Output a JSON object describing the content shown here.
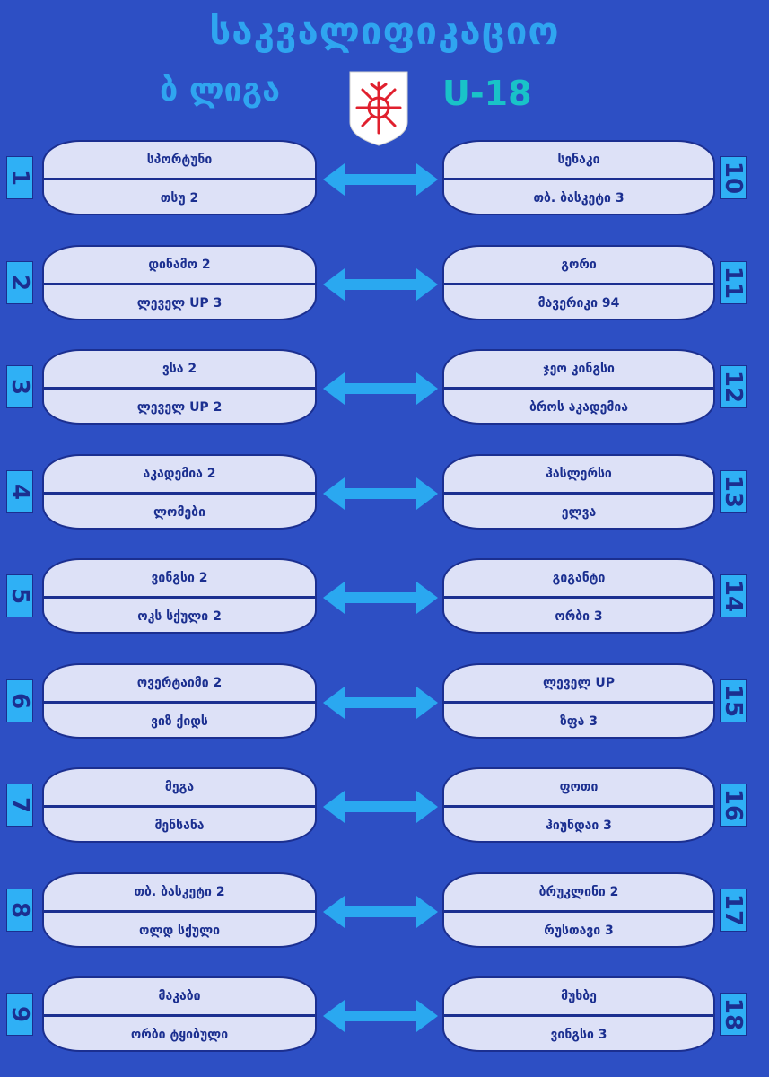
{
  "header": {
    "title": "საკვალიფიკაციო",
    "subtitle": "ბ ლიგა",
    "age_group": "U-18",
    "logo_icon": "basketball-federation-logo"
  },
  "colors": {
    "background": "#2d4fc4",
    "title": "#2fa5f0",
    "age_group": "#19c3c8",
    "card": "#dde1f7",
    "card_text": "#1b2f90",
    "number_box": "#2fb0f5",
    "arrow": "#2aa8f0"
  },
  "matchups": [
    {
      "left": {
        "number": "1",
        "team1": "სპორტუნი",
        "team2": "თსუ 2"
      },
      "right": {
        "number": "10",
        "team1": "სენაკი",
        "team2": "თბ. ბასკეტი 3"
      }
    },
    {
      "left": {
        "number": "2",
        "team1": "დინამო 2",
        "team2": "ლეველ UP 3"
      },
      "right": {
        "number": "11",
        "team1": "გორი",
        "team2": "მავერიკი 94"
      }
    },
    {
      "left": {
        "number": "3",
        "team1": "ვსა 2",
        "team2": "ლეველ UP 2"
      },
      "right": {
        "number": "12",
        "team1": "ჯეო კინგსი",
        "team2": "ბროს აკადემია"
      }
    },
    {
      "left": {
        "number": "4",
        "team1": "აკადემია 2",
        "team2": "ლომები"
      },
      "right": {
        "number": "13",
        "team1": "ჰასლერსი",
        "team2": "ელვა"
      }
    },
    {
      "left": {
        "number": "5",
        "team1": "ვინგსი 2",
        "team2": "ოკს სქული 2"
      },
      "right": {
        "number": "14",
        "team1": "გიგანტი",
        "team2": "ორბი 3"
      }
    },
    {
      "left": {
        "number": "6",
        "team1": "ოვერტაიმი 2",
        "team2": "ვიზ ქიდს"
      },
      "right": {
        "number": "15",
        "team1": "ლეველ UP",
        "team2": "ზფა 3"
      }
    },
    {
      "left": {
        "number": "7",
        "team1": "მეგა",
        "team2": "მენსანა"
      },
      "right": {
        "number": "16",
        "team1": "ფოთი",
        "team2": "ჰიუნდაი 3"
      }
    },
    {
      "left": {
        "number": "8",
        "team1": "თბ. ბასკეტი 2",
        "team2": "ოლდ სქული"
      },
      "right": {
        "number": "17",
        "team1": "ბრუკლინი 2",
        "team2": "რუსთავი 3"
      }
    },
    {
      "left": {
        "number": "9",
        "team1": "მაკაბი",
        "team2": "ორბი ტყიბული"
      },
      "right": {
        "number": "18",
        "team1": "მუხბე",
        "team2": "ვინგსი 3"
      }
    }
  ]
}
